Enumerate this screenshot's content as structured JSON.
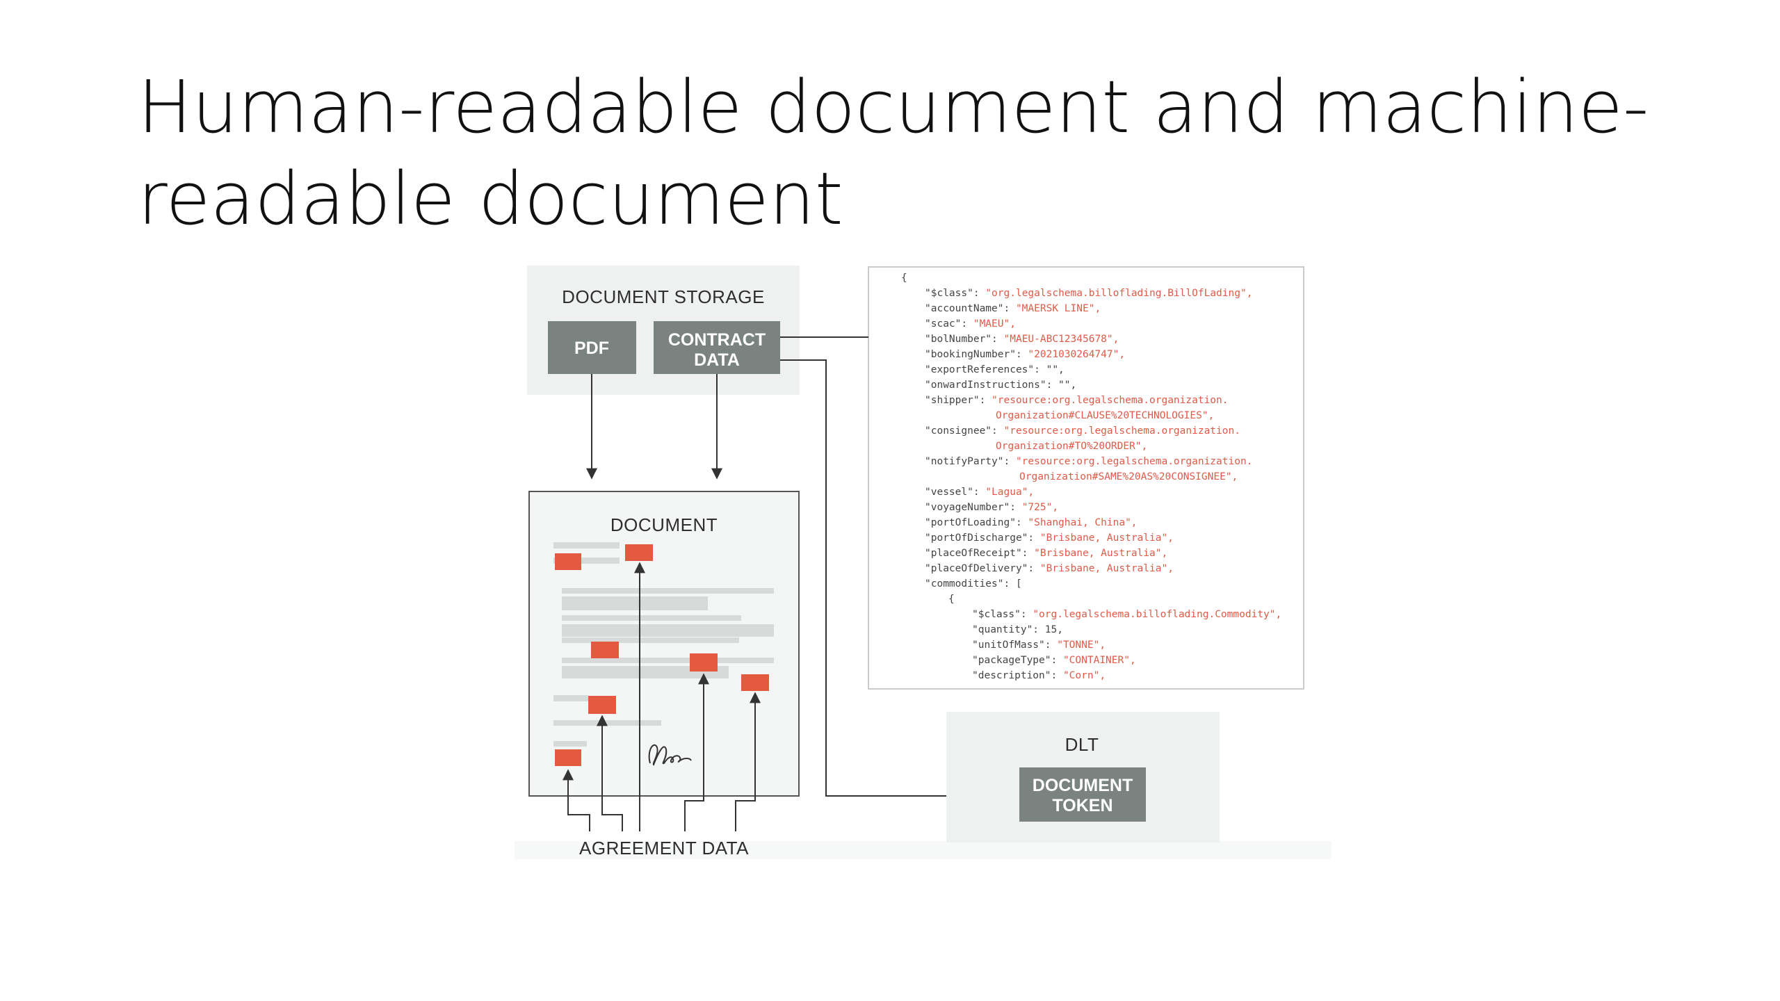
{
  "slide": {
    "title_line1": "Human-readable document and machine-",
    "title_line2": "readable document"
  },
  "diagram": {
    "storage": {
      "label": "DOCUMENT STORAGE",
      "pdf": "PDF",
      "contract_line1": "CONTRACT",
      "contract_line2": "DATA"
    },
    "document": {
      "label": "DOCUMENT"
    },
    "agreement": {
      "label": "AGREEMENT DATA"
    },
    "dlt": {
      "label": "DLT",
      "token_line1": "DOCUMENT",
      "token_line2": "TOKEN"
    },
    "colors": {
      "accent": "#e45a40",
      "box": "#7a8380",
      "panel": "#eef1f0",
      "line": "#333333"
    },
    "json_lines": [
      {
        "indent": 0,
        "key": "{",
        "val": ""
      },
      {
        "indent": 1,
        "key": "\"$class\": ",
        "val": "\"org.legalschema.billoflading.BillOfLading\","
      },
      {
        "indent": 1,
        "key": "\"accountName\": ",
        "val": "\"MAERSK LINE\","
      },
      {
        "indent": 1,
        "key": "\"scac\": ",
        "val": "\"MAEU\","
      },
      {
        "indent": 1,
        "key": "\"bolNumber\": ",
        "val": "\"MAEU-ABC12345678\","
      },
      {
        "indent": 1,
        "key": "\"bookingNumber\": ",
        "val": "\"2021030264747\","
      },
      {
        "indent": 1,
        "key": "\"exportReferences\": \"\",",
        "val": ""
      },
      {
        "indent": 1,
        "key": "\"onwardInstructions\": \"\",",
        "val": ""
      },
      {
        "indent": 1,
        "key": "\"shipper\": ",
        "val": "\"resource:org.legalschema.organization."
      },
      {
        "indent": 4,
        "key": "",
        "val": "Organization#CLAUSE%20TECHNOLOGIES\","
      },
      {
        "indent": 1,
        "key": "\"consignee\": ",
        "val": "\"resource:org.legalschema.organization."
      },
      {
        "indent": 4,
        "key": "",
        "val": "Organization#TO%20ORDER\","
      },
      {
        "indent": 1,
        "key": "\"notifyParty\": ",
        "val": "\"resource:org.legalschema.organization."
      },
      {
        "indent": 5,
        "key": "",
        "val": "Organization#SAME%20AS%20CONSIGNEE\","
      },
      {
        "indent": 1,
        "key": "\"vessel\": ",
        "val": "\"Lagua\","
      },
      {
        "indent": 1,
        "key": "\"voyageNumber\": ",
        "val": "\"725\","
      },
      {
        "indent": 1,
        "key": "\"portOfLoading\": ",
        "val": "\"Shanghai, China\","
      },
      {
        "indent": 1,
        "key": "\"portOfDischarge\": ",
        "val": "\"Brisbane, Australia\","
      },
      {
        "indent": 1,
        "key": "\"placeOfReceipt\": ",
        "val": "\"Brisbane, Australia\","
      },
      {
        "indent": 1,
        "key": "\"placeOfDelivery\": ",
        "val": "\"Brisbane, Australia\","
      },
      {
        "indent": 1,
        "key": "\"commodities\": [",
        "val": ""
      },
      {
        "indent": 2,
        "key": "{",
        "val": ""
      },
      {
        "indent": 3,
        "key": "\"$class\": ",
        "val": "\"org.legalschema.billoflading.Commodity\","
      },
      {
        "indent": 3,
        "key": "\"quantity\": 15,",
        "val": ""
      },
      {
        "indent": 3,
        "key": "\"unitOfMass\": ",
        "val": "\"TONNE\","
      },
      {
        "indent": 3,
        "key": "\"packageType\": ",
        "val": "\"CONTAINER\","
      },
      {
        "indent": 3,
        "key": "\"description\": ",
        "val": "\"Corn\","
      }
    ]
  }
}
